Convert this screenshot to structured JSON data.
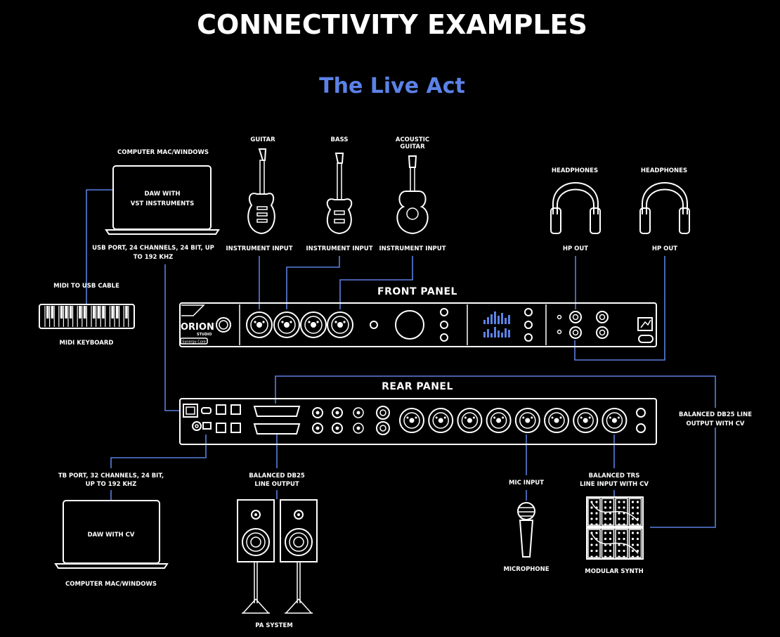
{
  "title": "CONNECTIVITY EXAMPLES",
  "subtitle": "The Live Act",
  "panels": {
    "front": "FRONT PANEL",
    "rear": "REAR PANEL"
  },
  "brand": {
    "logo_text": "ORION",
    "logo_sub": "STUDIO",
    "badge": "Synergy Core"
  },
  "devices": {
    "computer_top": {
      "caption": "COMPUTER MAC/WINDOWS",
      "screen_line1": "DAW WITH",
      "screen_line2": "VST INSTRUMENTS"
    },
    "usb": {
      "line1": "USB PORT, 24 CHANNELS, 24 BIT, UP",
      "line2": "TO 192 KHZ"
    },
    "midi_cable": "MIDI TO USB CABLE",
    "midi_keyboard": "MIDI KEYBOARD",
    "guitar": {
      "name": "GUITAR",
      "input": "INSTRUMENT INPUT"
    },
    "bass": {
      "name": "BASS",
      "input": "INSTRUMENT INPUT"
    },
    "acoustic": {
      "name1": "ACOUSTIC",
      "name2": "GUITAR",
      "input": "INSTRUMENT INPUT"
    },
    "headphones1": {
      "name": "HEADPHONES",
      "out": "HP OUT"
    },
    "headphones2": {
      "name": "HEADPHONES",
      "out": "HP OUT"
    },
    "db25_out_cv": {
      "line1": "BALANCED DB25 LINE",
      "line2": "OUTPUT WITH CV"
    },
    "tb": {
      "line1": "TB PORT, 32 CHANNELS, 24 BIT,",
      "line2": "UP TO 192 KHZ"
    },
    "computer_bottom": {
      "screen": "DAW WITH CV",
      "caption": "COMPUTER MAC/WINDOWS"
    },
    "db25_line_out": {
      "line1": "BALANCED DB25",
      "line2": "LINE OUTPUT"
    },
    "pa_system": "PA SYSTEM",
    "mic_input": "MIC INPUT",
    "microphone": "MICROPHONE",
    "trs_input": {
      "line1": "BALANCED TRS",
      "line2": "LINE INPUT WITH CV"
    },
    "modular_synth": "MODULAR SYNTH"
  }
}
